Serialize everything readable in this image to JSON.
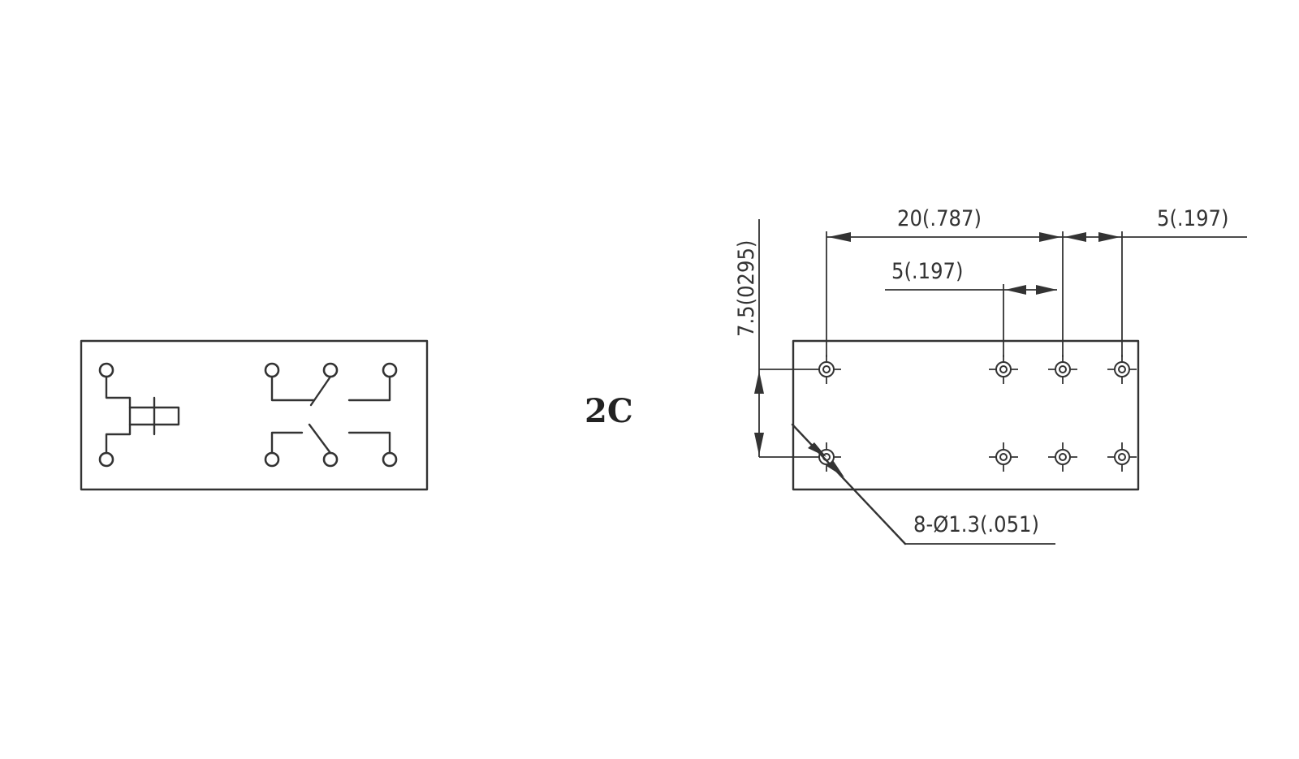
{
  "diagram": {
    "center_label": "2C",
    "dimensions": {
      "overall_pitch": "20(.787)",
      "end_pitch": "5(.197)",
      "inner_pitch": "5(.197)",
      "row_spacing": "7.5(0295)",
      "holes": "8-Ø1.3(.051)"
    },
    "colors": {
      "line": "#333333",
      "background": "#ffffff"
    }
  }
}
